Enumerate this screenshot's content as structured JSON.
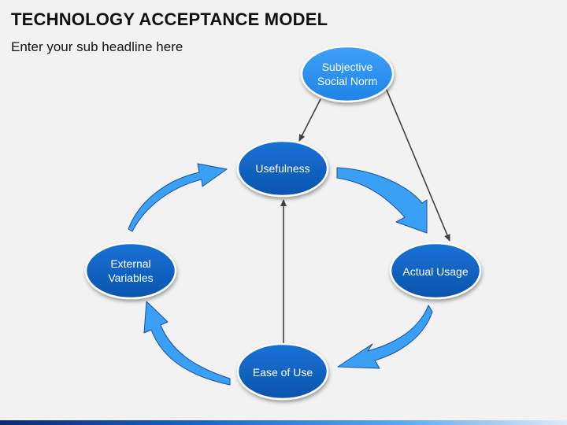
{
  "header": {
    "title": "TECHNOLOGY ACCEPTANCE MODEL",
    "subtitle": "Enter your sub headline here"
  },
  "nodes": {
    "subjective_social_norm": {
      "line1": "Subjective",
      "line2": "Social Norm"
    },
    "usefulness": {
      "label": "Usefulness"
    },
    "actual_usage": {
      "label": "Actual Usage"
    },
    "ease_of_use": {
      "label": "Ease of Use"
    },
    "external_variables": {
      "line1": "External",
      "line2": "Variables"
    }
  },
  "colors": {
    "node_fill": "#0d5fbf",
    "node_stroke": "#ffffff",
    "top_node_fill": "#2b8ff0",
    "curved_arrow_fill": "#3aa0f5",
    "curved_arrow_stroke": "#1a4f9c",
    "connector": "#404040"
  }
}
